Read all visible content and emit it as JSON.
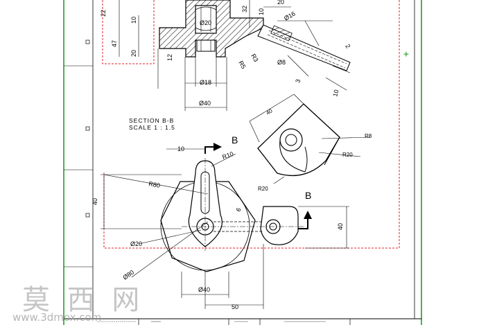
{
  "section": {
    "title": "SECTION B-B",
    "scale": "SCALE 1 : 1.5"
  },
  "section_marker": "B",
  "dims_top": {
    "d20": "Ø20",
    "d16": "Ø16",
    "d8": "Ø8",
    "d18": "Ø18",
    "d40": "Ø40",
    "w20": "20",
    "v22": "22",
    "v10": "10",
    "v47": "47",
    "v20": "20",
    "v12": "12",
    "v32": "32",
    "v10b": "10",
    "r5": "R5",
    "r3": "R3",
    "d2": "2",
    "d3": "3",
    "d10": "10"
  },
  "dims_iso": {
    "d40": "40",
    "r8": "R8",
    "r20a": "R20",
    "r20b": "R20"
  },
  "dims_front": {
    "h10": "10",
    "r10": "R10",
    "r80": "R80",
    "v40": "40",
    "v40b": "40",
    "d20": "Ø20",
    "d80": "Ø80",
    "d40": "Ø40",
    "w50": "50",
    "a6": "6"
  },
  "watermark": {
    "logo": "莫 西 网",
    "url": "www.3dmox.com"
  },
  "colors": {
    "line": "#000000",
    "border_green": "#1fa01f",
    "dashed_red": "#e0202a"
  },
  "icons": {
    "cursor": "plus-icon"
  }
}
